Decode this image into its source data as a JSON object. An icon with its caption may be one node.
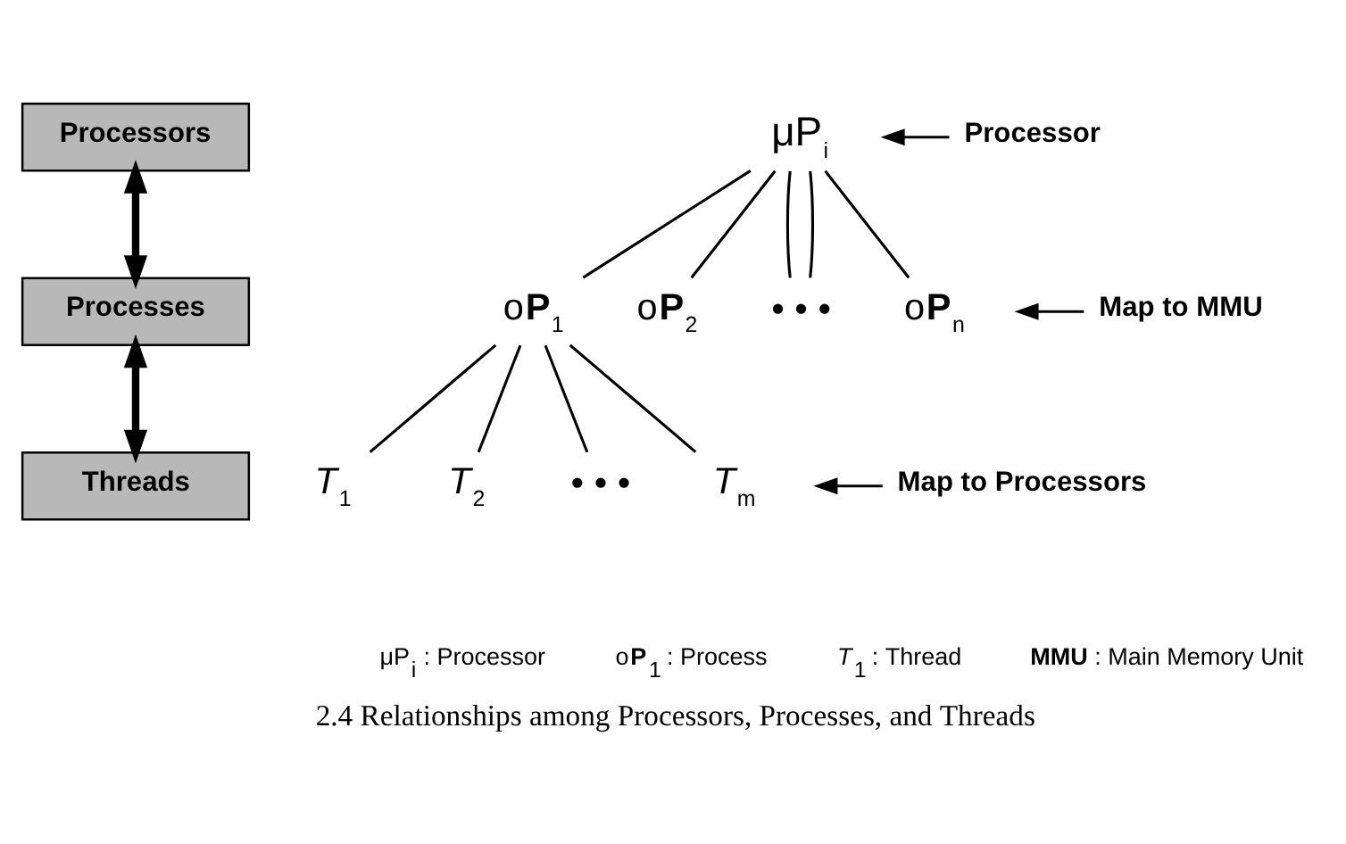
{
  "diagram": {
    "caption": "2.4 Relationships among Processors, Processes, and Threads",
    "nodes": [
      {
        "text": [
          "Processors"
        ]
      },
      {
        "text": [
          "Processes"
        ]
      },
      {
        "text": [
          "Threads"
        ]
      },
      {
        "text": [
          "μP$_{i}$"
        ]
      },
      {
        "text": [
          "o**P**$_{1}$"
        ]
      },
      {
        "text": [
          "o**P**$_{2}$"
        ]
      },
      {
        "text": [
          "• • •"
        ]
      },
      {
        "text": [
          "o**P**$_{n}$"
        ]
      },
      {
        "text": [
          "*T*$_{1}$"
        ]
      },
      {
        "text": [
          "*T*$_{2}$"
        ]
      },
      {
        "text": [
          "• • •"
        ]
      },
      {
        "text": [
          "*T*$_{m}$"
        ]
      },
      {
        "text": [
          "Processor"
        ]
      },
      {
        "text": [
          "Map to MMU"
        ]
      },
      {
        "text": [
          "Map to Processors"
        ]
      }
    ],
    "edges": [
      {
        "from": 0,
        "to": 1,
        "arrow": "both",
        "style": "thick"
      },
      {
        "from": 1,
        "to": 2,
        "arrow": "both",
        "style": "thick"
      },
      {
        "from": 3,
        "to": 4,
        "arrow": "none"
      },
      {
        "from": 3,
        "to": 5,
        "arrow": "none"
      },
      {
        "from": 3,
        "to": 6,
        "arrow": "none"
      },
      {
        "from": 3,
        "to": 6,
        "arrow": "none"
      },
      {
        "from": 3,
        "to": 7,
        "arrow": "none"
      },
      {
        "from": 4,
        "to": 8,
        "arrow": "none"
      },
      {
        "from": 4,
        "to": 9,
        "arrow": "none"
      },
      {
        "from": 4,
        "to": 10,
        "arrow": "none"
      },
      {
        "from": 4,
        "to": 11,
        "arrow": "none"
      },
      {
        "from": 12,
        "to": null,
        "arrow": "to"
      },
      {
        "from": 13,
        "to": null,
        "arrow": "to"
      },
      {
        "from": 14,
        "to": null,
        "arrow": "to"
      }
    ],
    "labels": [
      "μP$_{i}$ : Processor",
      "o**P**$_{1}$ : Process",
      "*T*$_{1}$ : Thread",
      "**MMU** : Main Memory Unit"
    ]
  }
}
